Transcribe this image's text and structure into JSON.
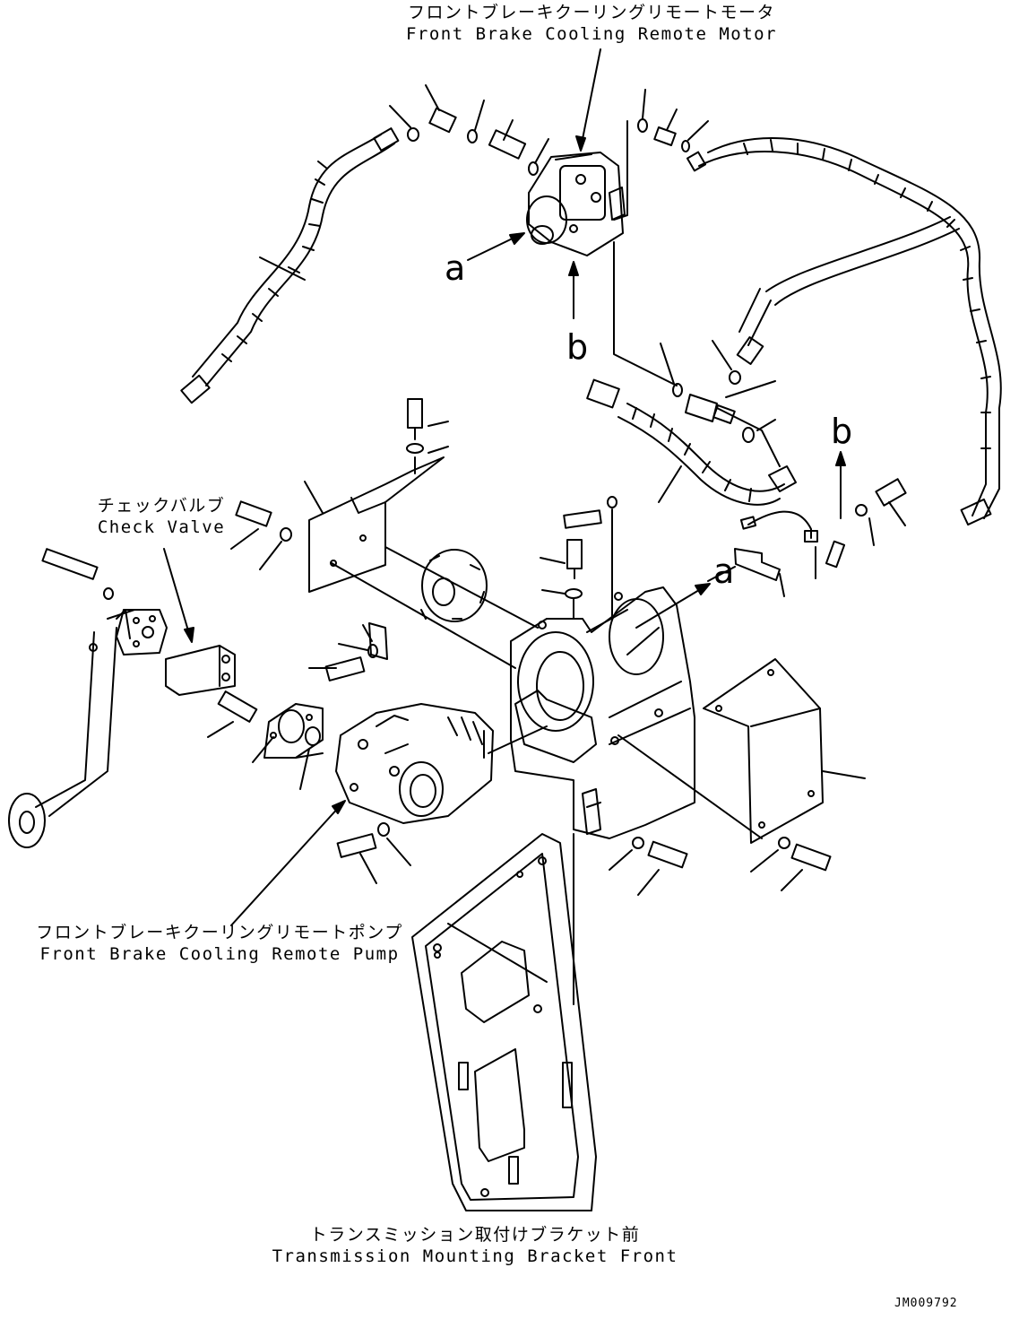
{
  "labels": {
    "motor": {
      "jp": "フロントブレーキクーリングリモートモータ",
      "en": "Front Brake Cooling Remote Motor"
    },
    "check_valve": {
      "jp": "チェックバルブ",
      "en": "Check Valve"
    },
    "pump": {
      "jp": "フロントブレーキクーリングリモートポンプ",
      "en": "Front Brake Cooling Remote Pump"
    },
    "bracket": {
      "jp": "トランスミッション取付けブラケット前",
      "en": "Transmission Mounting Bracket Front"
    }
  },
  "callouts": {
    "a": "a",
    "b": "b"
  },
  "drawing_code": "JM009792"
}
